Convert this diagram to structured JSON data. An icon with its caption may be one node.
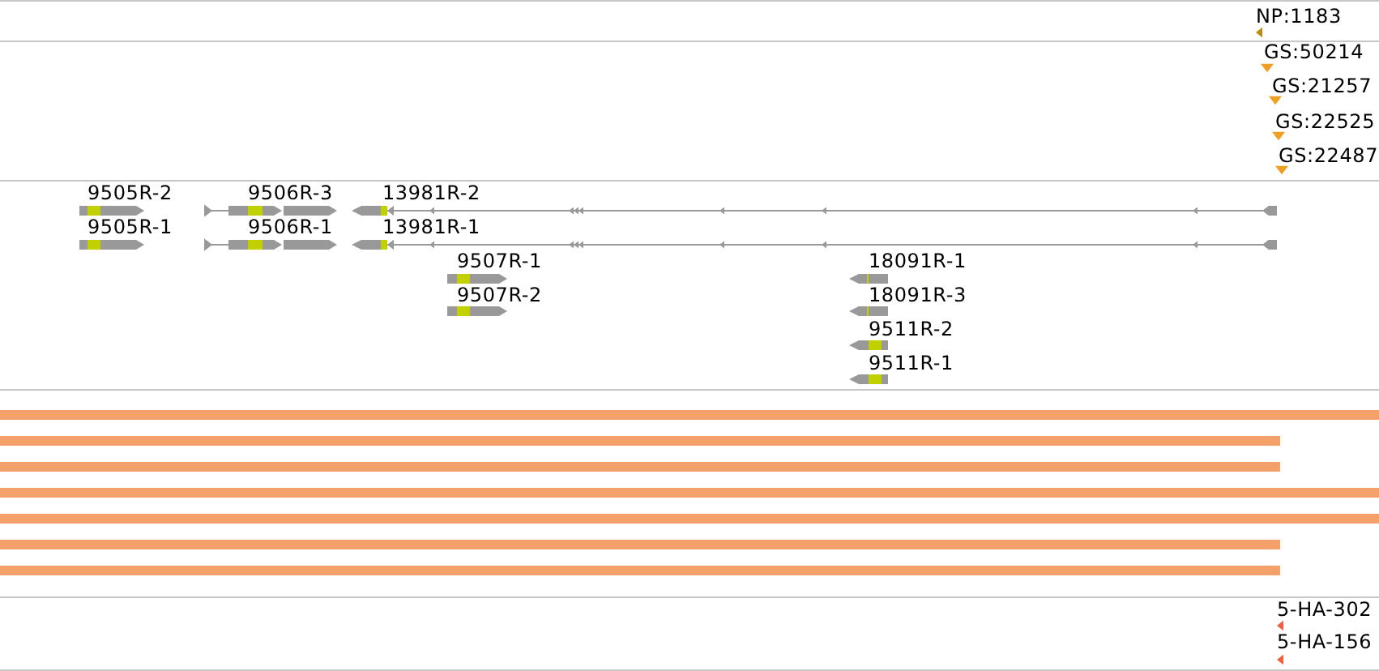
{
  "diagram": {
    "labels": [
      "NP:1183",
      "GS:50214",
      "GS:21257",
      "GS:22525",
      "GS:22487",
      "9505R-2",
      "9506R-3",
      "13981R-2",
      "9505R-1",
      "9506R-1",
      "13981R-1",
      "9507R-1",
      "9507R-2",
      "18091R-1",
      "18091R-3",
      "9511R-2",
      "9511R-1",
      "5-HA-302",
      "5-HA-156"
    ]
  }
}
